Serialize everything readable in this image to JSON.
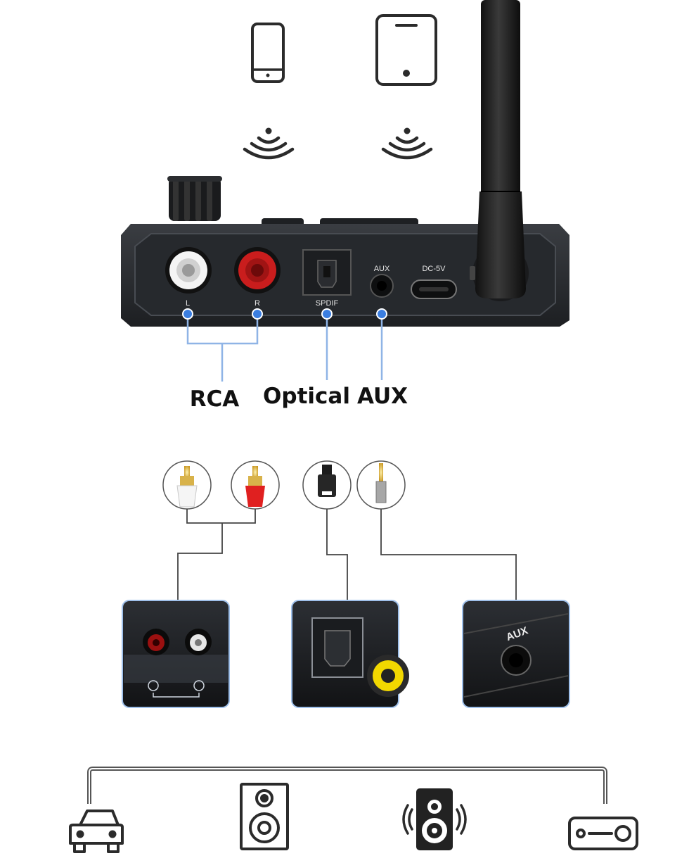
{
  "device": {
    "port_labels": {
      "left": "L",
      "right": "R",
      "optical": "SPDIF",
      "aux": "AUX",
      "power": "DC-5V"
    }
  },
  "callouts": {
    "rca": "RCA",
    "optical": "Optical",
    "aux": "AUX"
  },
  "panels": {
    "aux_label": "AUX"
  },
  "icons": {
    "top": [
      "smartphone-icon",
      "tablet-icon",
      "wireless-signal-icon",
      "wireless-signal-icon"
    ],
    "plugs": [
      "rca-white-plug-icon",
      "rca-red-plug-icon",
      "optical-plug-icon",
      "aux-plug-icon"
    ],
    "outputs": [
      "car-icon",
      "speaker-icon",
      "subwoofer-icon",
      "amplifier-icon"
    ]
  },
  "colors": {
    "callout_line": "#8fb4e6",
    "callout_dot": "#3b7ee0",
    "device_body": "#2a2d31",
    "rca_red": "#d42020",
    "aux_plug_yellow": "#f2d800"
  }
}
